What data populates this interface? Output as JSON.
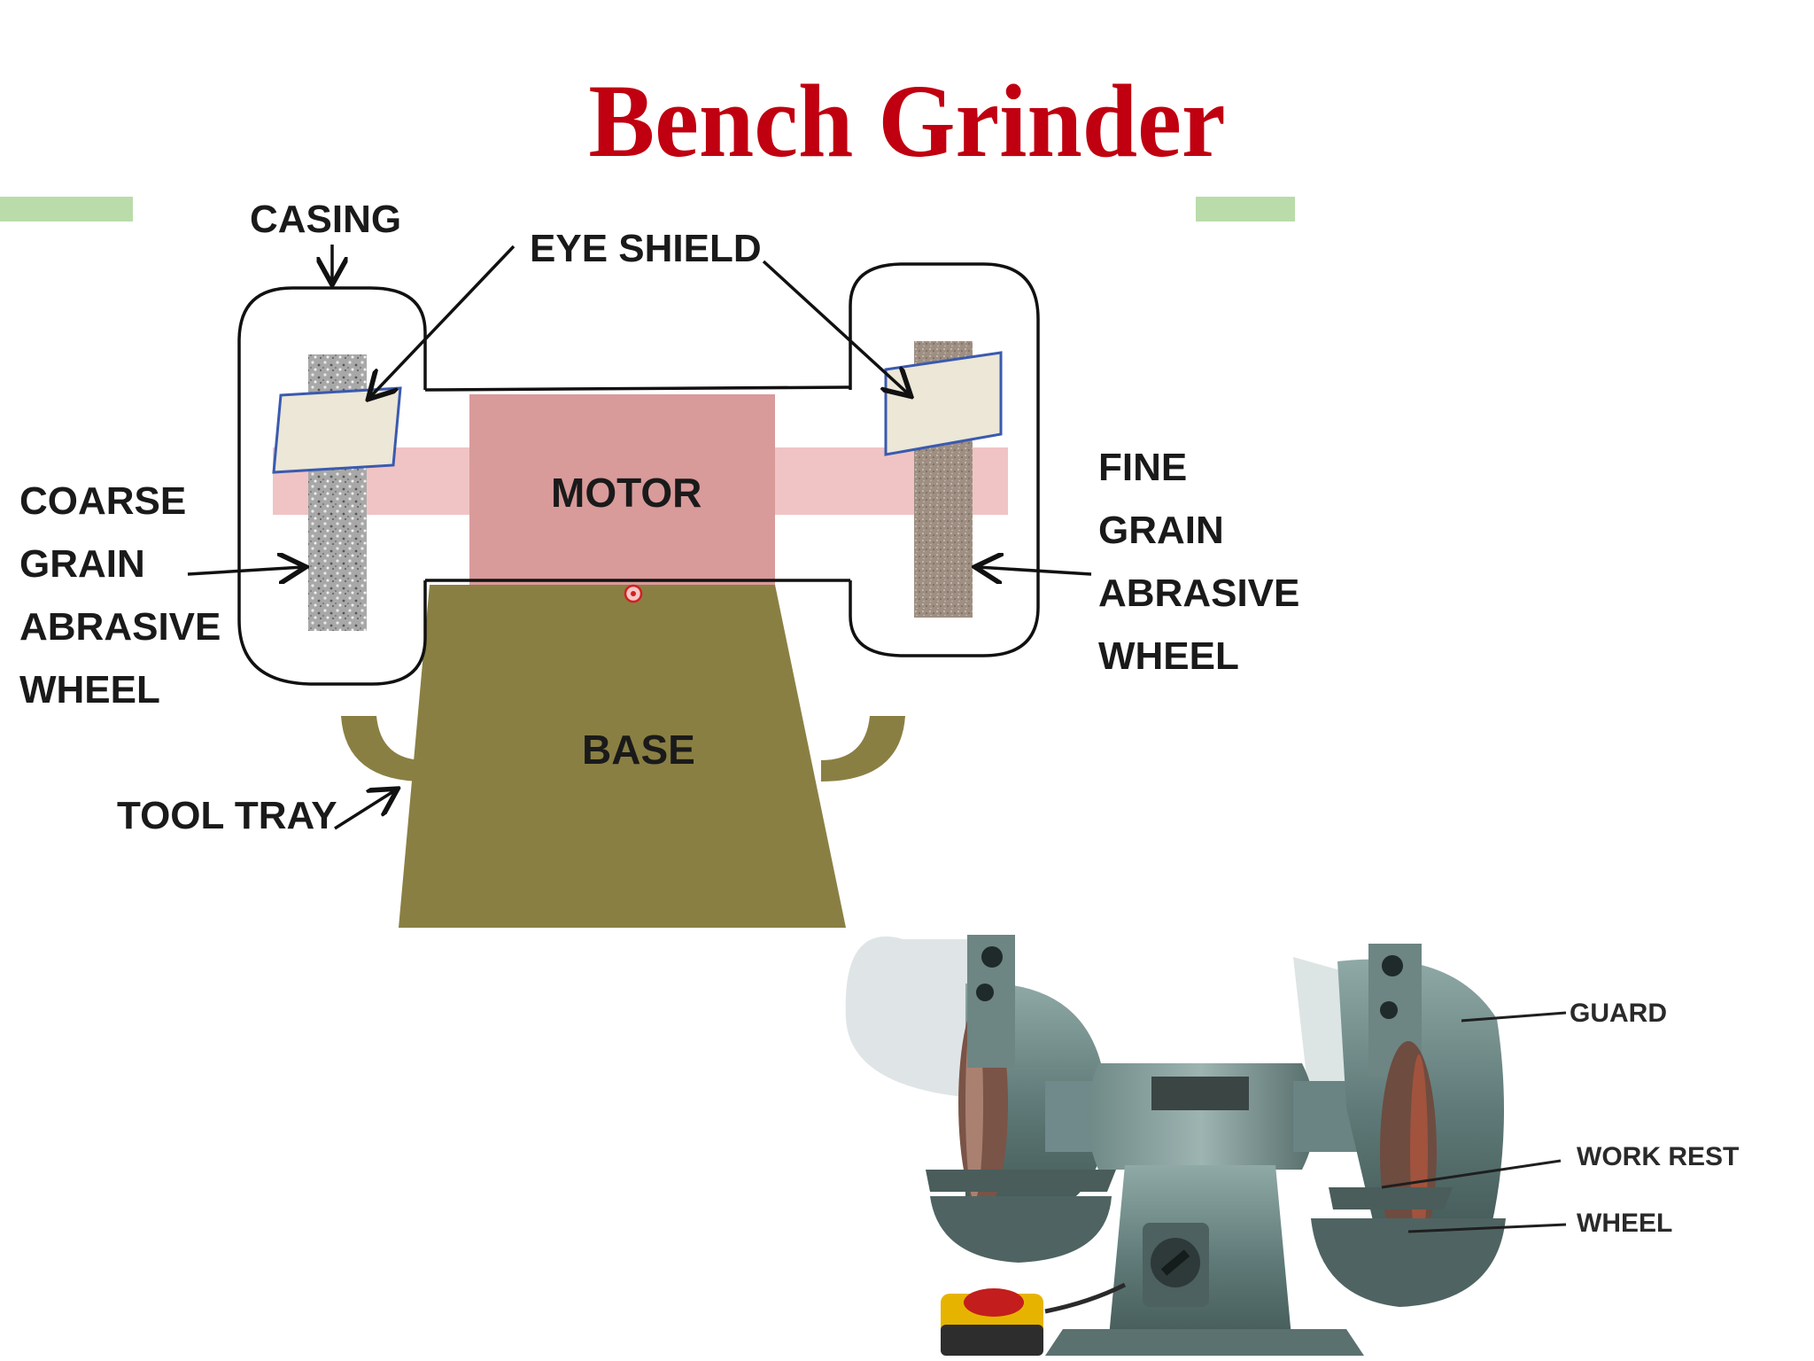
{
  "title": "Bench Grinder",
  "diagram": {
    "labels": {
      "casing": "CASING",
      "eye_shield": "EYE SHIELD",
      "motor": "MOTOR",
      "base": "BASE",
      "tool_tray": "TOOL TRAY",
      "coarse_wheel": [
        "COARSE",
        "GRAIN",
        "ABRASIVE",
        "WHEEL"
      ],
      "fine_wheel": [
        "FINE",
        "GRAIN",
        "ABRASIVE",
        "WHEEL"
      ]
    },
    "colors": {
      "motor": "#d99a9a",
      "shaft": "#f0c4c4",
      "base": "#8a7f43",
      "shield": "#ece7d6",
      "shield_border": "#3a5ab0",
      "title": "#c00010"
    }
  },
  "photo": {
    "labels": {
      "guard": "GUARD",
      "work_rest": "WORK REST",
      "wheel": "WHEEL"
    }
  }
}
